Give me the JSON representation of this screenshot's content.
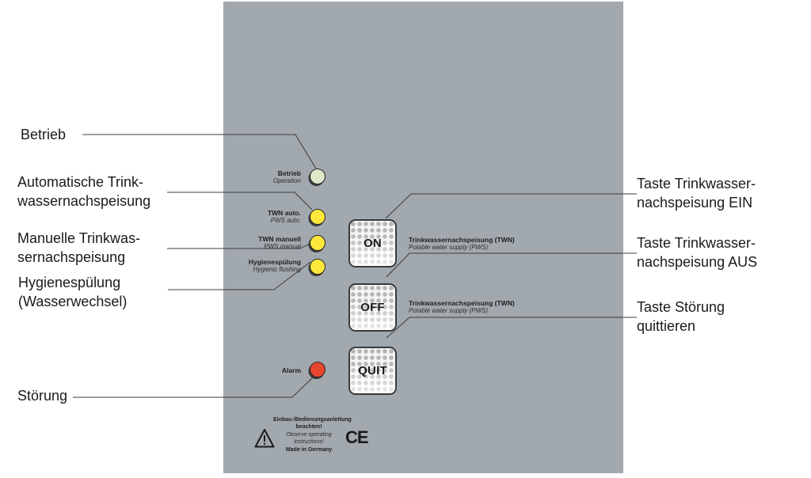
{
  "callouts_left": [
    {
      "id": "betrieb",
      "lines": [
        "Betrieb"
      ]
    },
    {
      "id": "auto",
      "lines": [
        "Automatische Trink-",
        "wassernachspeisung"
      ]
    },
    {
      "id": "manual",
      "lines": [
        "Manuelle Trinkwas-",
        "sernachspeisung"
      ]
    },
    {
      "id": "hygiene",
      "lines": [
        "Hygienespülung",
        "(Wasserwechsel)"
      ]
    },
    {
      "id": "stoerung",
      "lines": [
        "Störung"
      ]
    }
  ],
  "callouts_right": [
    {
      "id": "on",
      "lines": [
        "Taste Trinkwasser-",
        "nachspeisung EIN"
      ]
    },
    {
      "id": "off",
      "lines": [
        "Taste Trinkwasser-",
        "nachspeisung AUS"
      ]
    },
    {
      "id": "quit",
      "lines": [
        "Taste Störung",
        "quittieren"
      ]
    }
  ],
  "leds": [
    {
      "id": "betrieb",
      "label_de": "Betrieb",
      "label_en": "Operation",
      "color": "#dde8c8"
    },
    {
      "id": "twn-auto",
      "label_de": "TWN auto.",
      "label_en": "PWS auto.",
      "color": "#ffe83a"
    },
    {
      "id": "twn-manuell",
      "label_de": "TWN manuell",
      "label_en": "PWS manual",
      "color": "#ffe83a"
    },
    {
      "id": "hygiene",
      "label_de": "Hygienespülung",
      "label_en": "Hygienic flushing",
      "color": "#ffe83a"
    },
    {
      "id": "alarm",
      "label_de": "Alarm",
      "label_en": "",
      "color": "#e8452f"
    }
  ],
  "buttons": [
    {
      "id": "on",
      "label": "ON",
      "desc_de": "Trinkwassernachspeisung (TWN)",
      "desc_en": "Potable water supply (PWS)"
    },
    {
      "id": "off",
      "label": "OFF",
      "desc_de": "Trinkwassernachspeisung (TWN)",
      "desc_en": "Potable water supply (PWS)"
    },
    {
      "id": "quit",
      "label": "QUIT",
      "desc_de": "",
      "desc_en": ""
    }
  ],
  "footer": {
    "line1": "Einbau-/Bedienungsanleitung",
    "line2": "beachten!",
    "line3": "Observe operating",
    "line4": "instructions!",
    "line5": "Made in Germany",
    "ce_mark": "CE",
    "warning_icon": "warning-triangle-icon"
  },
  "colors": {
    "panel": "#a1a8ae",
    "led_operation": "#dde8c8",
    "led_status": "#ffe83a",
    "led_alarm": "#e8452f"
  }
}
